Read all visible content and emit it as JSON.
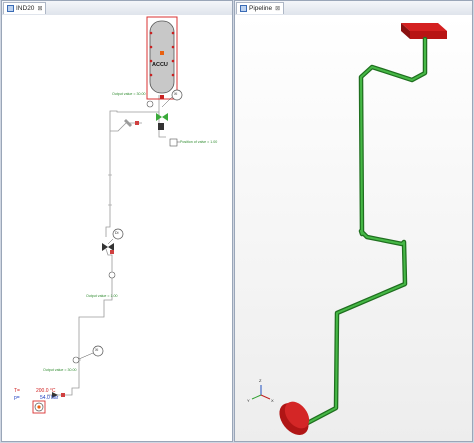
{
  "left_tab": {
    "title": "IND20",
    "close": "⊠"
  },
  "right_tab": {
    "title": "Pipeline",
    "close": "⊠"
  },
  "accu": {
    "label": "ACCU"
  },
  "annotations": {
    "output_value_1": "Output value = 30.00",
    "position_valve": "Position of valve = 1.00",
    "output_value_2": "Output value = 1.00",
    "output_value_3": "Output value = 30.00"
  },
  "controllers": {
    "xi_label": "XI",
    "di_label": "Di"
  },
  "conditions": {
    "t_label": "T=",
    "t_value": "200.0 °C",
    "p_label": "p=",
    "p_value": "54.0 bar"
  },
  "axes": {
    "z": "Z",
    "y": "Y",
    "x": "X"
  },
  "colors": {
    "selection_red": "#d93030",
    "pipe_green": "#2e9a2e",
    "cap_red": "#b81414",
    "annotation_green": "#2d8a2d"
  }
}
